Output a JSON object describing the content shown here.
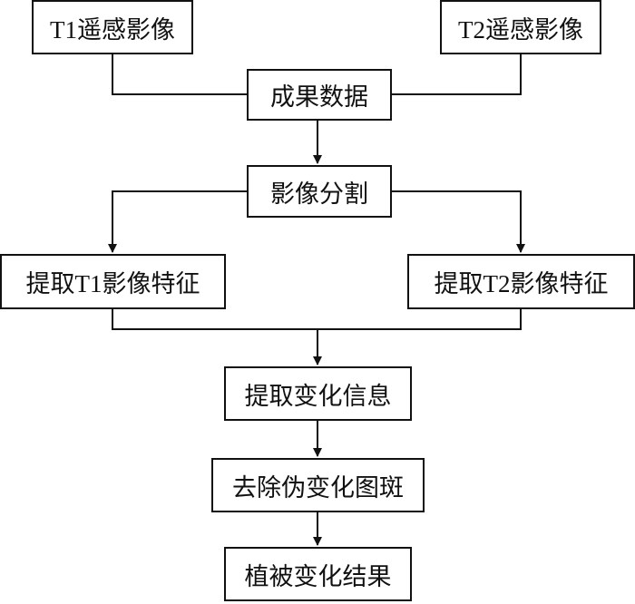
{
  "nodes": {
    "t1_image": "T1遥感影像",
    "t2_image": "T2遥感影像",
    "result_data": "成果数据",
    "segmentation": "影像分割",
    "t1_features": "提取T1影像特征",
    "t2_features": "提取T2影像特征",
    "change_info": "提取变化信息",
    "remove_false": "去除伪变化图斑",
    "veg_result": "植被变化结果"
  },
  "colors": {
    "stroke": "#111111",
    "background": "#ffffff"
  }
}
